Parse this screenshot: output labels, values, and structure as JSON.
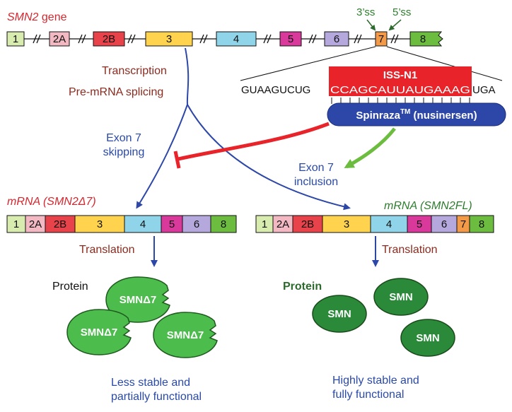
{
  "colors": {
    "exon1": "#d9ecb0",
    "exon2A": "#f2b9c2",
    "exon2B": "#e8424a",
    "exon3": "#ffd34d",
    "exon4": "#8fd4e8",
    "exon5": "#d8399a",
    "exon6": "#b4a8dc",
    "exon7": "#f39a48",
    "exon8": "#6cbd3f",
    "issn1": "#e8232a",
    "spinraza": "#2d47a8",
    "protein_truncated": "#4cbc4c",
    "protein_full": "#2a8a3a",
    "brown_text": "#8b2a1e",
    "blue_text": "#2a49a8"
  },
  "gene": {
    "title_italic": "SMN2",
    "title_rest": " gene",
    "exons": [
      "1",
      "2A",
      "2B",
      "3",
      "4",
      "5",
      "6",
      "7",
      "8"
    ],
    "ss3": "3’ss",
    "ss5": "5’ss"
  },
  "sequence": {
    "before": "GUAAGUCUG",
    "target": "CCAGCAUUAUGAAAG",
    "after": "UGA",
    "iss_label": "ISS-N1"
  },
  "drug": {
    "name": "Spinraza",
    "tm": "TM",
    "generic": " (nusinersen)"
  },
  "process": {
    "transcription": "Transcription",
    "splicing": "Pre-mRNA splicing",
    "skip_line1": "Exon 7",
    "skip_line2": "skipping",
    "incl_line1": "Exon 7",
    "incl_line2": "inclusion"
  },
  "left": {
    "mrna_prefix": "mRNA (",
    "mrna_name": "SMN2Δ7",
    "mrna_suffix": ")",
    "exons": [
      "1",
      "2A",
      "2B",
      "3",
      "4",
      "5",
      "6",
      "8"
    ],
    "translation": "Translation",
    "protein": "Protein",
    "proteins": [
      "SMNΔ7",
      "SMNΔ7",
      "SMNΔ7"
    ],
    "outcome_line1": "Less stable and",
    "outcome_line2": "partially functional"
  },
  "right": {
    "mrna_prefix": "mRNA (",
    "mrna_name": "SMN2FL",
    "mrna_suffix": ")",
    "exons": [
      "1",
      "2A",
      "2B",
      "3",
      "4",
      "5",
      "6",
      "7",
      "8"
    ],
    "translation": "Translation",
    "protein": "Protein",
    "proteins": [
      "SMN",
      "SMN",
      "SMN"
    ],
    "outcome_line1": "Highly stable and",
    "outcome_line2": "fully functional"
  }
}
